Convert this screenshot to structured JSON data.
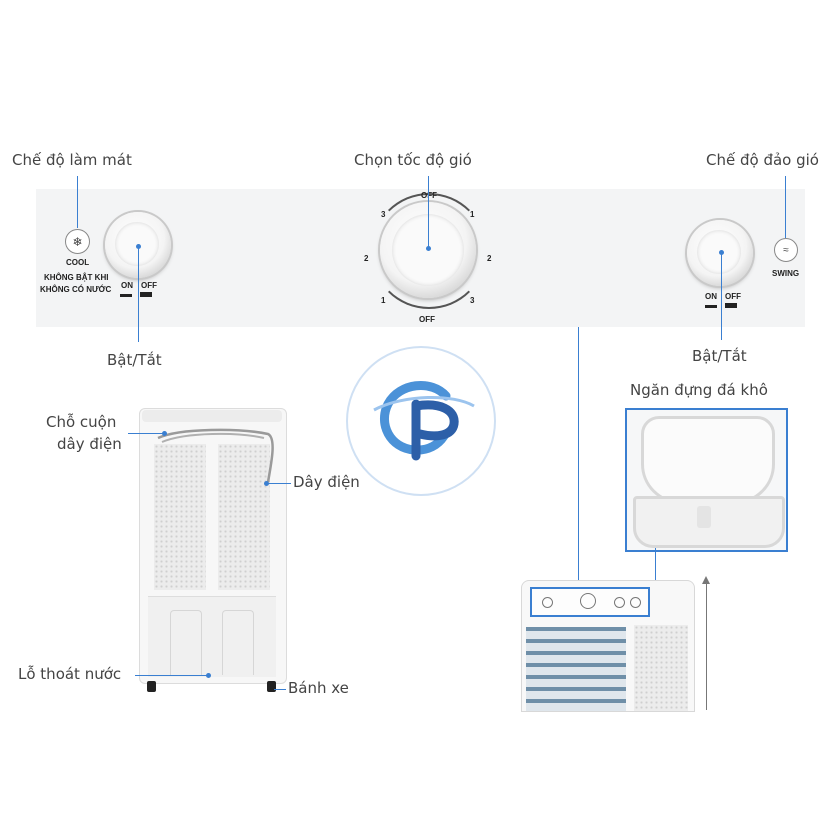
{
  "labels": {
    "cool_mode": "Chế độ làm mát",
    "wind_speed": "Chọn tốc độ gió",
    "swing_mode": "Chế độ đảo gió",
    "power_left": "Bật/Tắt",
    "power_right": "Bật/Tắt",
    "ice_box": "Ngăn đựng đá khô",
    "cord_wrap_1": "Chỗ cuộn",
    "cord_wrap_2": "dây điện",
    "power_cord": "Dây điện",
    "drain": "Lỗ thoát nước",
    "wheels": "Bánh xe"
  },
  "panel": {
    "cool_icon_text": "COOL",
    "warning_1": "KHÔNG BẬT KHI",
    "warning_2": "KHÔNG CÓ NƯỚC",
    "on": "ON",
    "off": "OFF",
    "swing_text": "SWING",
    "dial": {
      "top": "OFF",
      "bottom": "OFF",
      "left_3": "3",
      "left_2": "2",
      "left_1": "1",
      "right_1_top": "1",
      "right_2": "2",
      "right_3": "3"
    }
  },
  "colors": {
    "accent": "#3a7fd1",
    "panel": "#f3f4f5",
    "logo_blue": "#4b92d8"
  }
}
